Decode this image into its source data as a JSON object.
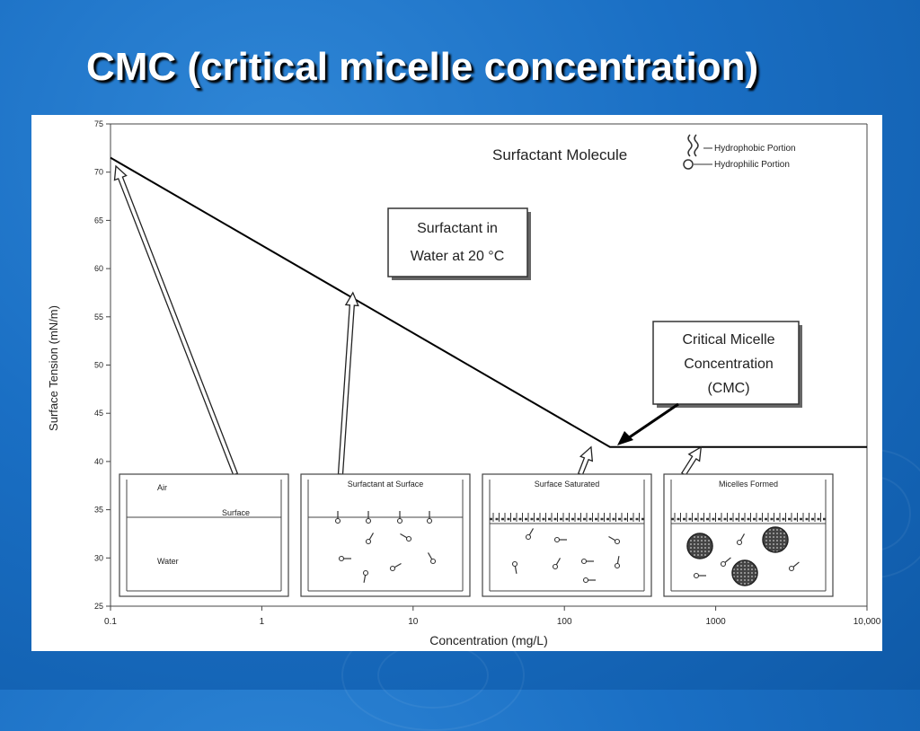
{
  "slide": {
    "title": "CMC (critical micelle concentration)"
  },
  "colors": {
    "background": "#1a6fc4",
    "title_text": "#ffffff",
    "panel": "#ffffff",
    "line": "#000000"
  },
  "chart_data": {
    "type": "line",
    "xlabel": "Concentration (mg/L)",
    "ylabel": "Surface Tension (mN/m)",
    "x_scale": "log",
    "xlim": [
      0.1,
      10000
    ],
    "ylim": [
      25,
      75
    ],
    "x_ticks": [
      "0.1",
      "1",
      "10",
      "100",
      "1000",
      "10,000"
    ],
    "y_ticks": [
      "25",
      "30",
      "35",
      "40",
      "45",
      "50",
      "55",
      "60",
      "65",
      "70",
      "75"
    ],
    "grid": false,
    "series": [
      {
        "x": [
          0.1,
          200,
          10000
        ],
        "y": [
          71.5,
          41.5,
          41.5
        ]
      }
    ],
    "legend_box": {
      "label": "Surfactant Molecule",
      "hydrophobic": "Hydrophobic Portion",
      "hydrophilic": "Hydrophilic Portion"
    },
    "annotations": [
      {
        "id": "condition",
        "lines": [
          "Surfactant in",
          "Water at 20 °C"
        ]
      },
      {
        "id": "cmc",
        "lines": [
          "Critical Micelle",
          "Concentration",
          "(CMC)"
        ],
        "points_to_x": 200,
        "points_to_y": 41.5
      }
    ],
    "insets": [
      {
        "title": "Air",
        "surface_label": "Surface",
        "bulk_label": "Water",
        "arrow_to_x": 0.1,
        "arrow_to_y": 71
      },
      {
        "title": "Surfactant at Surface",
        "arrow_to_x": 4,
        "arrow_to_y": 57.5
      },
      {
        "title": "Surface Saturated",
        "arrow_to_x": 150,
        "arrow_to_y": 41.5
      },
      {
        "title": "Micelles Formed",
        "arrow_to_x": 800,
        "arrow_to_y": 41.5
      }
    ]
  }
}
